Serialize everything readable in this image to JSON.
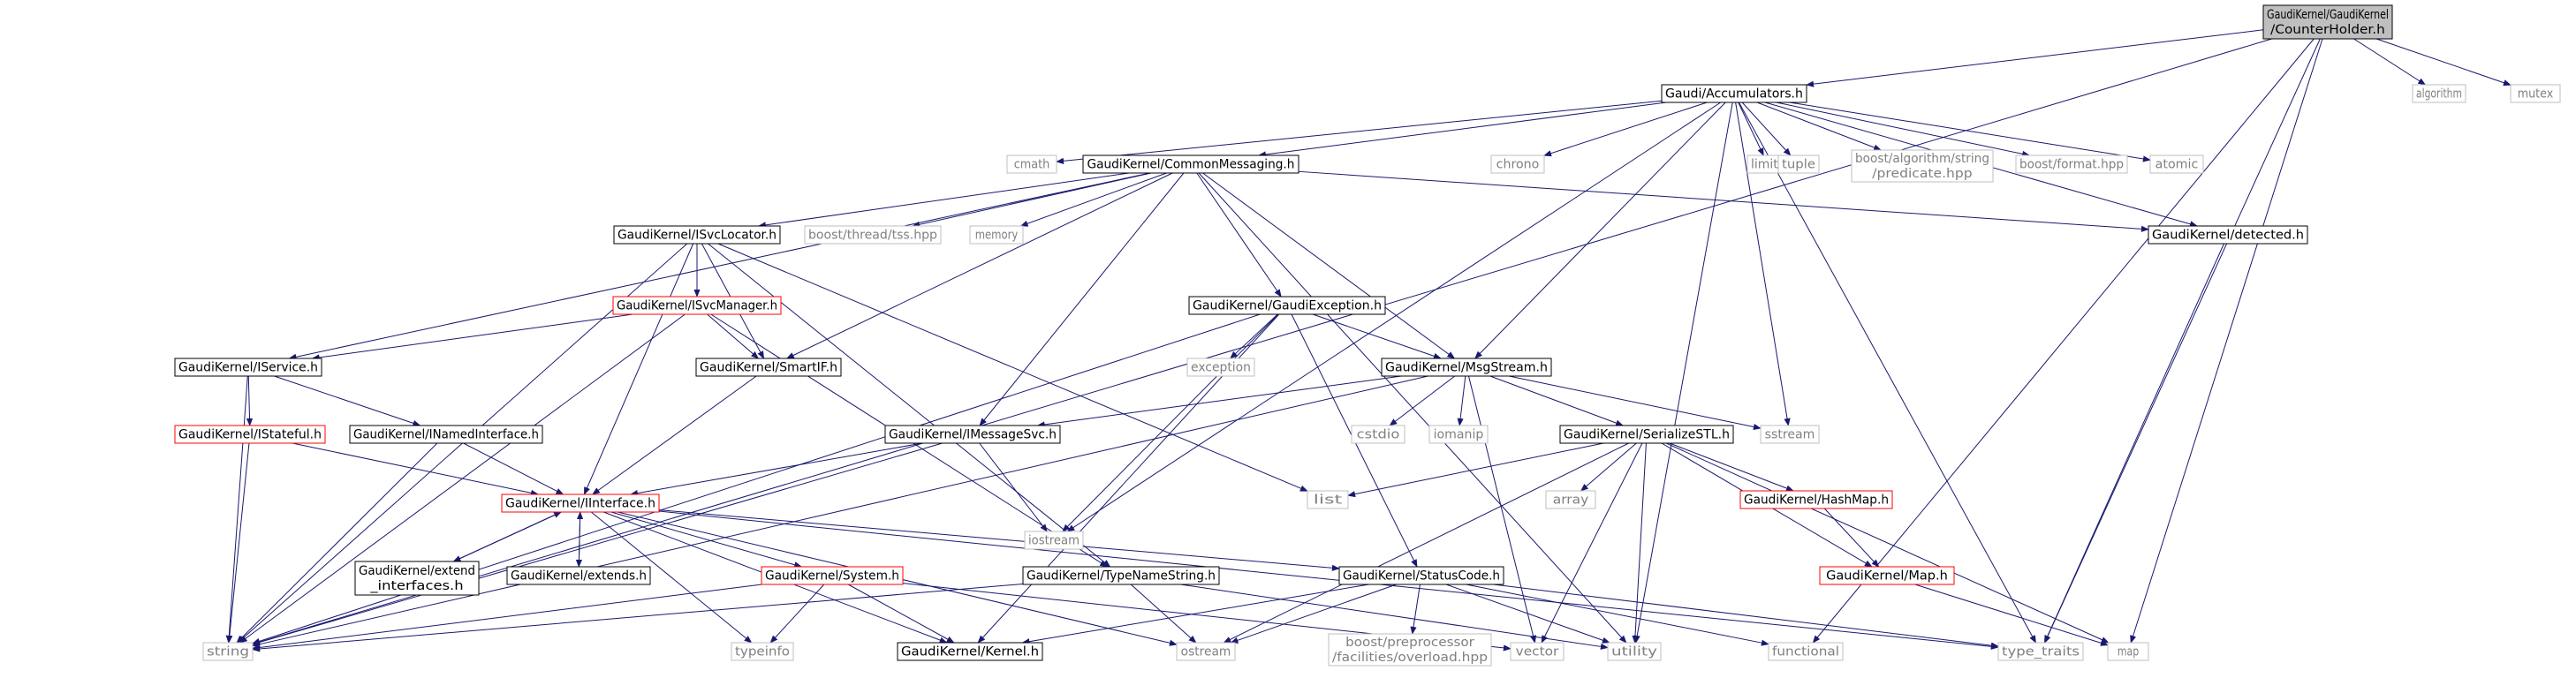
{
  "graph": {
    "colors": {
      "edge": "#191970",
      "node_fill": "#ffffff",
      "root_fill": "#bfbfbf",
      "border_default": "#000000",
      "border_external": "#bfbfbf",
      "border_incomplete": "#ff0000",
      "text_default": "#000000",
      "text_external": "#808080"
    },
    "nodes": [
      {
        "id": "root",
        "lines": [
          "GaudiKernel/GaudiKernel",
          "/CounterHolder.h"
        ],
        "style": "root"
      },
      {
        "id": "accum",
        "lines": [
          "Gaudi/Accumulators.h"
        ],
        "style": "normal"
      },
      {
        "id": "algorithm",
        "lines": [
          "algorithm"
        ],
        "style": "external"
      },
      {
        "id": "mutex",
        "lines": [
          "mutex"
        ],
        "style": "external"
      },
      {
        "id": "cmath",
        "lines": [
          "cmath"
        ],
        "style": "external"
      },
      {
        "id": "common",
        "lines": [
          "GaudiKernel/CommonMessaging.h"
        ],
        "style": "normal"
      },
      {
        "id": "chrono",
        "lines": [
          "chrono"
        ],
        "style": "external"
      },
      {
        "id": "limits",
        "lines": [
          "limits"
        ],
        "style": "external"
      },
      {
        "id": "tuple",
        "lines": [
          "tuple"
        ],
        "style": "external"
      },
      {
        "id": "boostalg",
        "lines": [
          "boost/algorithm/string",
          "/predicate.hpp"
        ],
        "style": "external"
      },
      {
        "id": "boostfmt",
        "lines": [
          "boost/format.hpp"
        ],
        "style": "external"
      },
      {
        "id": "atomic",
        "lines": [
          "atomic"
        ],
        "style": "external"
      },
      {
        "id": "isvcloc",
        "lines": [
          "GaudiKernel/ISvcLocator.h"
        ],
        "style": "normal"
      },
      {
        "id": "boostthread",
        "lines": [
          "boost/thread/tss.hpp"
        ],
        "style": "external"
      },
      {
        "id": "memory",
        "lines": [
          "memory"
        ],
        "style": "external"
      },
      {
        "id": "detected",
        "lines": [
          "GaudiKernel/detected.h"
        ],
        "style": "normal"
      },
      {
        "id": "isvcmgr",
        "lines": [
          "GaudiKernel/ISvcManager.h"
        ],
        "style": "incomplete"
      },
      {
        "id": "gaudiexc",
        "lines": [
          "GaudiKernel/GaudiException.h"
        ],
        "style": "normal"
      },
      {
        "id": "iservice",
        "lines": [
          "GaudiKernel/IService.h"
        ],
        "style": "normal"
      },
      {
        "id": "smartif",
        "lines": [
          "GaudiKernel/SmartIF.h"
        ],
        "style": "normal"
      },
      {
        "id": "exception",
        "lines": [
          "exception"
        ],
        "style": "external"
      },
      {
        "id": "msgstream",
        "lines": [
          "GaudiKernel/MsgStream.h"
        ],
        "style": "normal"
      },
      {
        "id": "istateful",
        "lines": [
          "GaudiKernel/IStateful.h"
        ],
        "style": "incomplete"
      },
      {
        "id": "inamed",
        "lines": [
          "GaudiKernel/INamedInterface.h"
        ],
        "style": "normal"
      },
      {
        "id": "imsgsvc",
        "lines": [
          "GaudiKernel/IMessageSvc.h"
        ],
        "style": "normal"
      },
      {
        "id": "cstdio",
        "lines": [
          "cstdio"
        ],
        "style": "external"
      },
      {
        "id": "iomanip",
        "lines": [
          "iomanip"
        ],
        "style": "external"
      },
      {
        "id": "serializestl",
        "lines": [
          "GaudiKernel/SerializeSTL.h"
        ],
        "style": "normal"
      },
      {
        "id": "sstream",
        "lines": [
          "sstream"
        ],
        "style": "external"
      },
      {
        "id": "array",
        "lines": [
          "array"
        ],
        "style": "external"
      },
      {
        "id": "hashmap",
        "lines": [
          "GaudiKernel/HashMap.h"
        ],
        "style": "incomplete"
      },
      {
        "id": "list",
        "lines": [
          "list"
        ],
        "style": "external"
      },
      {
        "id": "iostream",
        "lines": [
          "iostream"
        ],
        "style": "external"
      },
      {
        "id": "iinterface",
        "lines": [
          "GaudiKernel/IInterface.h"
        ],
        "style": "incomplete"
      },
      {
        "id": "extendif",
        "lines": [
          "GaudiKernel/extend",
          "_interfaces.h"
        ],
        "style": "normal"
      },
      {
        "id": "extends",
        "lines": [
          "GaudiKernel/extends.h"
        ],
        "style": "normal"
      },
      {
        "id": "system",
        "lines": [
          "GaudiKernel/System.h"
        ],
        "style": "incomplete"
      },
      {
        "id": "typename",
        "lines": [
          "GaudiKernel/TypeNameString.h"
        ],
        "style": "normal"
      },
      {
        "id": "statuscode",
        "lines": [
          "GaudiKernel/StatusCode.h"
        ],
        "style": "normal"
      },
      {
        "id": "map_h",
        "lines": [
          "GaudiKernel/Map.h"
        ],
        "style": "incomplete"
      },
      {
        "id": "string",
        "lines": [
          "string"
        ],
        "style": "external"
      },
      {
        "id": "typeinfo",
        "lines": [
          "typeinfo"
        ],
        "style": "external"
      },
      {
        "id": "kernel",
        "lines": [
          "GaudiKernel/Kernel.h"
        ],
        "style": "normal"
      },
      {
        "id": "ostream",
        "lines": [
          "ostream"
        ],
        "style": "external"
      },
      {
        "id": "boostpp",
        "lines": [
          "boost/preprocessor",
          "/facilities/overload.hpp"
        ],
        "style": "external"
      },
      {
        "id": "vector",
        "lines": [
          "vector"
        ],
        "style": "external"
      },
      {
        "id": "utility",
        "lines": [
          "utility"
        ],
        "style": "external"
      },
      {
        "id": "functional",
        "lines": [
          "functional"
        ],
        "style": "external"
      },
      {
        "id": "typetraits",
        "lines": [
          "type_traits"
        ],
        "style": "external"
      },
      {
        "id": "map",
        "lines": [
          "map"
        ],
        "style": "external"
      }
    ]
  }
}
